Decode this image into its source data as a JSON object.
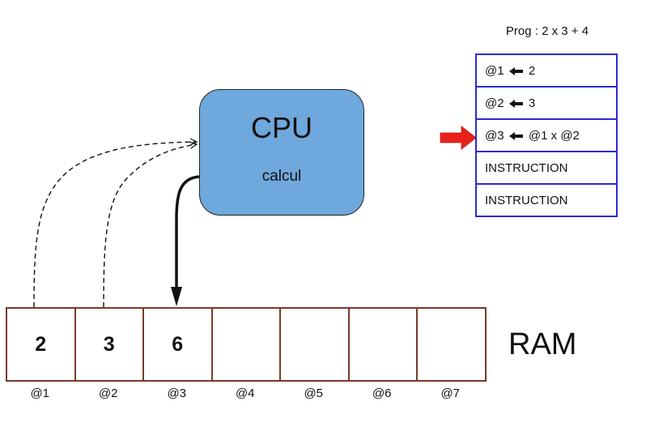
{
  "program": {
    "title": "Prog : 2 x 3 + 4",
    "instructions": [
      {
        "left": "@1",
        "right": "2"
      },
      {
        "left": "@2",
        "right": "3"
      },
      {
        "left": "@3",
        "right": "@1 x @2"
      },
      {
        "text": "INSTRUCTION"
      },
      {
        "text": "INSTRUCTION"
      }
    ],
    "current_index": 2,
    "pointer_color": "#e8211b"
  },
  "cpu": {
    "title": "CPU",
    "subtitle": "calcul",
    "fill": "#6fa8dc"
  },
  "ram": {
    "label": "RAM",
    "cells": [
      "2",
      "3",
      "6",
      "",
      "",
      "",
      ""
    ],
    "addresses": [
      "@1",
      "@2",
      "@3",
      "@4",
      "@5",
      "@6",
      "@7"
    ],
    "border_color": "#7b3a2a"
  }
}
